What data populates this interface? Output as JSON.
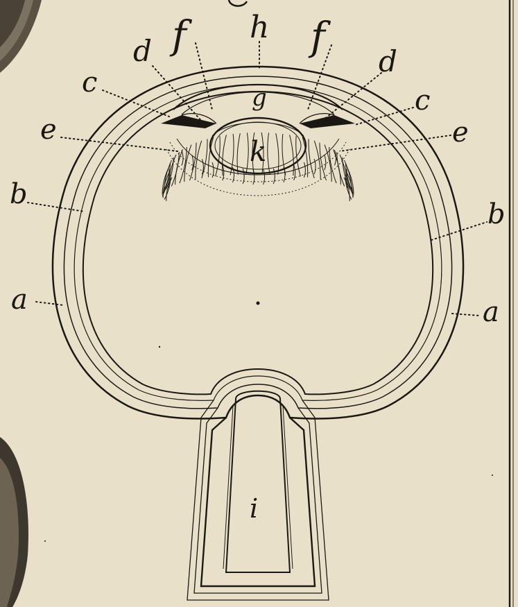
{
  "figure": {
    "labels": {
      "a_left": "a",
      "a_right": "a",
      "b_left": "b",
      "b_right": "b",
      "c_left": "c",
      "c_right": "c",
      "d_left": "d",
      "d_right": "d",
      "e_left": "e",
      "e_right": "e",
      "f_left": "f",
      "f_right": "f",
      "g": "g",
      "h": "h",
      "k": "k",
      "i": "i"
    },
    "colors": {
      "paper": "#e9e0c9",
      "ink": "#1b1712"
    }
  }
}
